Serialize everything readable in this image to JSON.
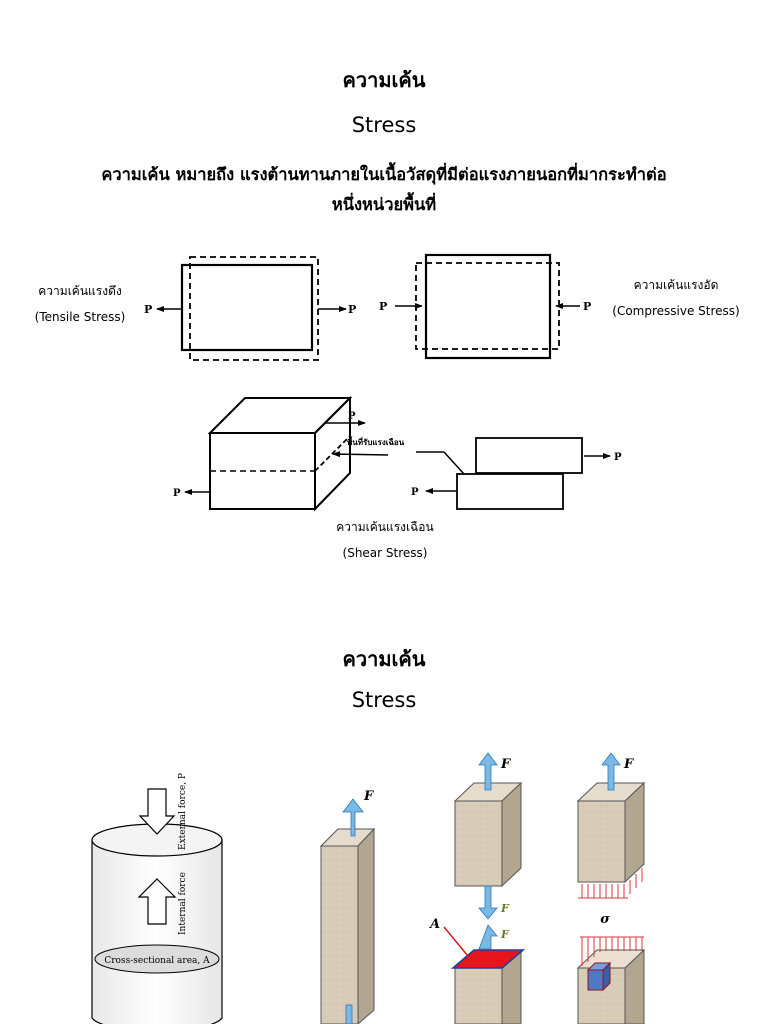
{
  "slide1": {
    "title_th": "ความเค้น",
    "title_en": "Stress",
    "definition_line1": "ความเค้น หมายถึง แรงต้านทานภายในเนื้อวัสดุที่มีต่อแรงภายนอกที่มากระทำต่อ",
    "definition_line2": "หนึ่งหน่วยพื้นที่",
    "tensile_th": "ความเค้นแรงดึง",
    "tensile_en": "(Tensile Stress)",
    "compressive_th": "ความเค้นแรงอัด",
    "compressive_en": "(Compressive Stress)",
    "shear_th": "ความเค้นแรงเฉือน",
    "shear_en": "(Shear Stress)",
    "shear_area_label": "พื้นที่รับแรงเฉือน",
    "force_symbol": "P"
  },
  "slide2": {
    "title_th": "ความเค้น",
    "title_en": "Stress",
    "external_force": "External force, P",
    "internal_force": "Internal force",
    "cross_section": "Cross-sectional area, A",
    "force_F": "F",
    "area_A": "A",
    "sigma": "σ"
  },
  "colors": {
    "arrow_blue": "#7ab8e6",
    "section_red": "#e8141c",
    "block_tan": "#d8cbb8",
    "stress_red": "#d9363e",
    "cube_blue": "#4f79c8"
  }
}
